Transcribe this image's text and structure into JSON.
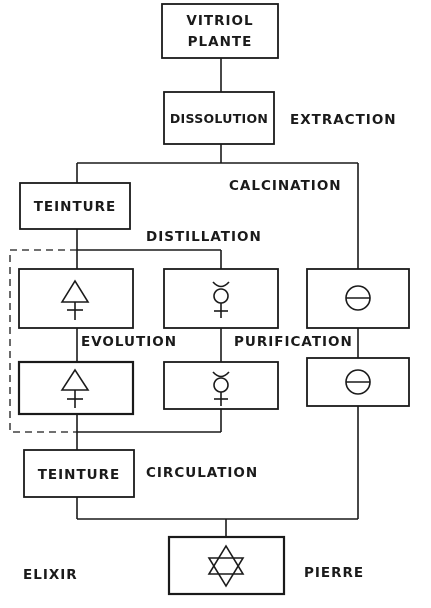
{
  "diagram": {
    "nodes": {
      "vitriol_line1": "VITRIOL",
      "vitriol_line2": "PLANTE",
      "dissolution": "DISSOLUTION",
      "teinture_top": "TEINTURE",
      "teinture_bottom": "TEINTURE"
    },
    "labels": {
      "extraction": "EXTRACTION",
      "calcination": "CALCINATION",
      "distillation": "DISTILLATION",
      "evolution": "EVOLUTION",
      "purification": "PURIFICATION",
      "circulation": "CIRCULATION",
      "elixir": "ELIXIR",
      "pierre": "PIERRE"
    },
    "symbols": {
      "sulfur": "sulfur-symbol",
      "mercury": "mercury-symbol",
      "salt": "salt-symbol",
      "star": "hexagram-symbol"
    }
  }
}
